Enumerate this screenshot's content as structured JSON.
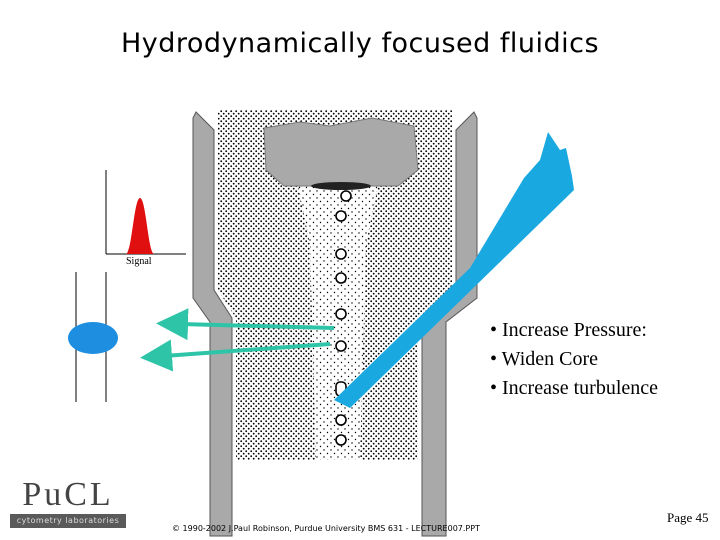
{
  "title": "Hydrodynamically focused fluidics",
  "signal_label": "Signal",
  "bullets": [
    "• Increase Pressure:",
    "• Widen Core",
    "• Increase turbulence"
  ],
  "logo": {
    "text": "PuCL",
    "subtitle": "cytometry laboratories"
  },
  "footer": "© 1990-2002 J.Paul Robinson, Purdue University BMS 631 - LECTURE007.PPT",
  "page_number": "Page 45",
  "colors": {
    "laser": "#1aa8e0",
    "arrow": "#2ec4a8",
    "peak": "#e01010",
    "nozzle": "#a9a9a9",
    "cell": "#1e8fe0"
  }
}
